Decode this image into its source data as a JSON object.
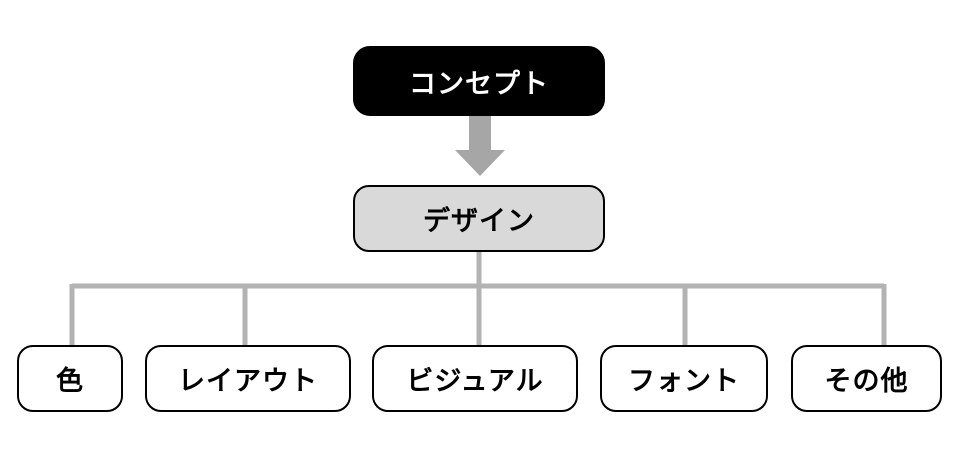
{
  "diagram": {
    "root": {
      "label": "コンセプト"
    },
    "middle": {
      "label": "デザイン"
    },
    "children": [
      {
        "label": "色"
      },
      {
        "label": "レイアウト"
      },
      {
        "label": "ビジュアル"
      },
      {
        "label": "フォント"
      },
      {
        "label": "その他"
      }
    ]
  },
  "colors": {
    "root_fill": "#000000",
    "middle_fill": "#d9d9d9",
    "connector": "#b3b3b3",
    "arrow": "#a6a6a6"
  }
}
